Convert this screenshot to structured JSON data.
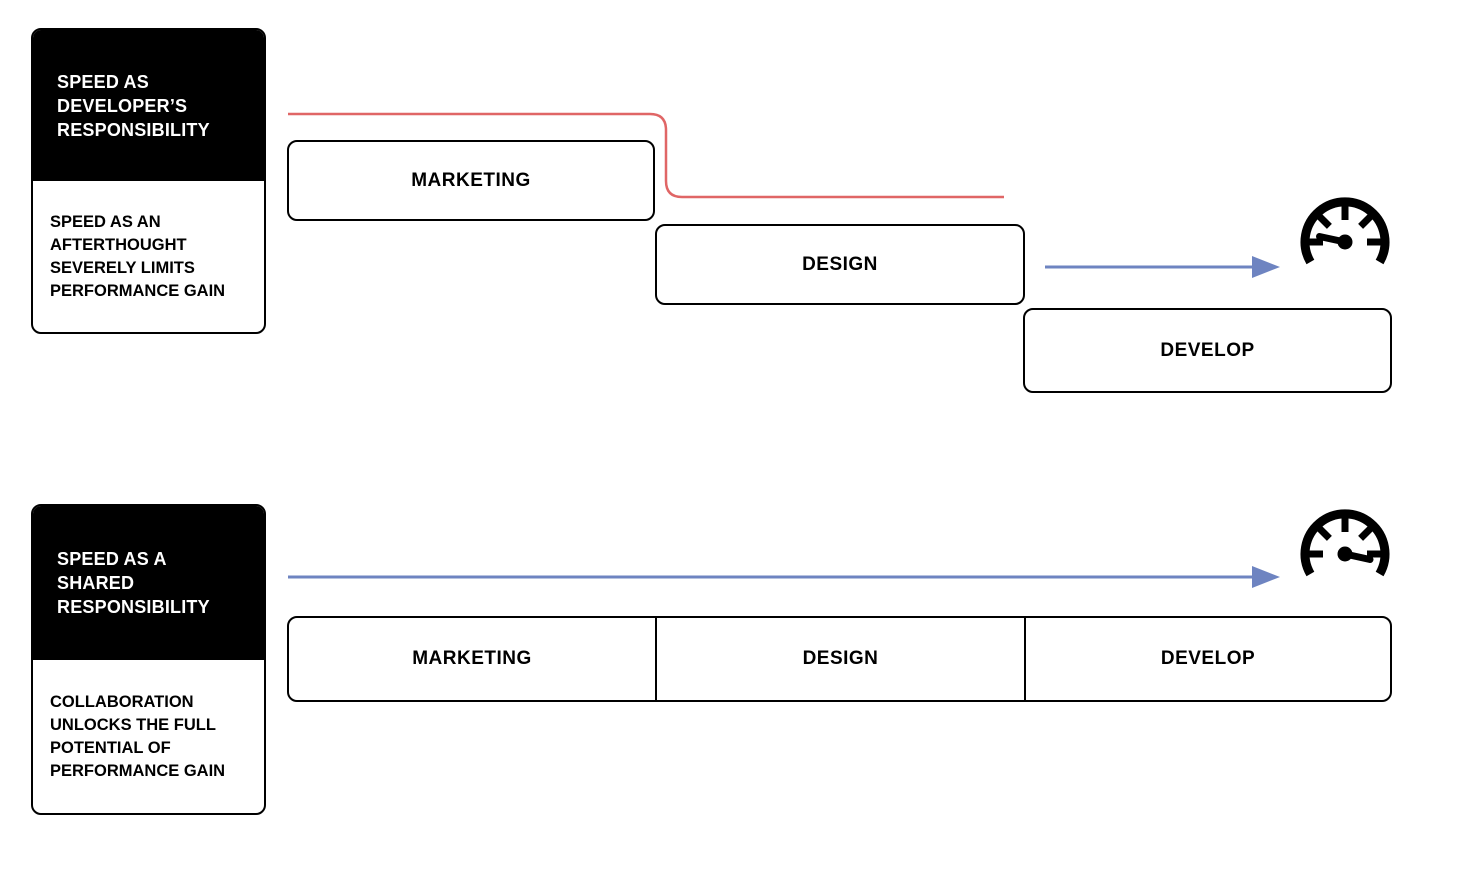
{
  "colors": {
    "waterfall_timeline_red": "#E06666",
    "speed_arrow_blue": "#6E84C1",
    "card_header_bg": "#000000",
    "card_header_text": "#FFFFFF",
    "box_border": "#000000",
    "background": "#FFFFFF"
  },
  "icons": {
    "gauge_low": "speedometer-low-icon",
    "gauge_high": "speedometer-high-icon"
  },
  "sections": [
    {
      "id": "waterfall",
      "card": {
        "title": "SPEED AS\nDEVELOPER’S\nRESPONSIBILITY",
        "body": "SPEED AS AN\nAFTERTHOUGHT\nSEVERELY LIMITS\nPERFORMANCE GAIN"
      },
      "stages": [
        {
          "label": "MARKETING"
        },
        {
          "label": "DESIGN"
        },
        {
          "label": "DEVELOP"
        }
      ],
      "speedometer_reading": "low"
    },
    {
      "id": "shared",
      "card": {
        "title": "SPEED AS A\nSHARED\nRESPONSIBILITY",
        "body": "COLLABORATION\nUNLOCKS THE FULL\nPOTENTIAL OF\nPERFORMANCE GAIN"
      },
      "stages": [
        {
          "label": "MARKETING"
        },
        {
          "label": "DESIGN"
        },
        {
          "label": "DEVELOP"
        }
      ],
      "speedometer_reading": "high"
    }
  ]
}
